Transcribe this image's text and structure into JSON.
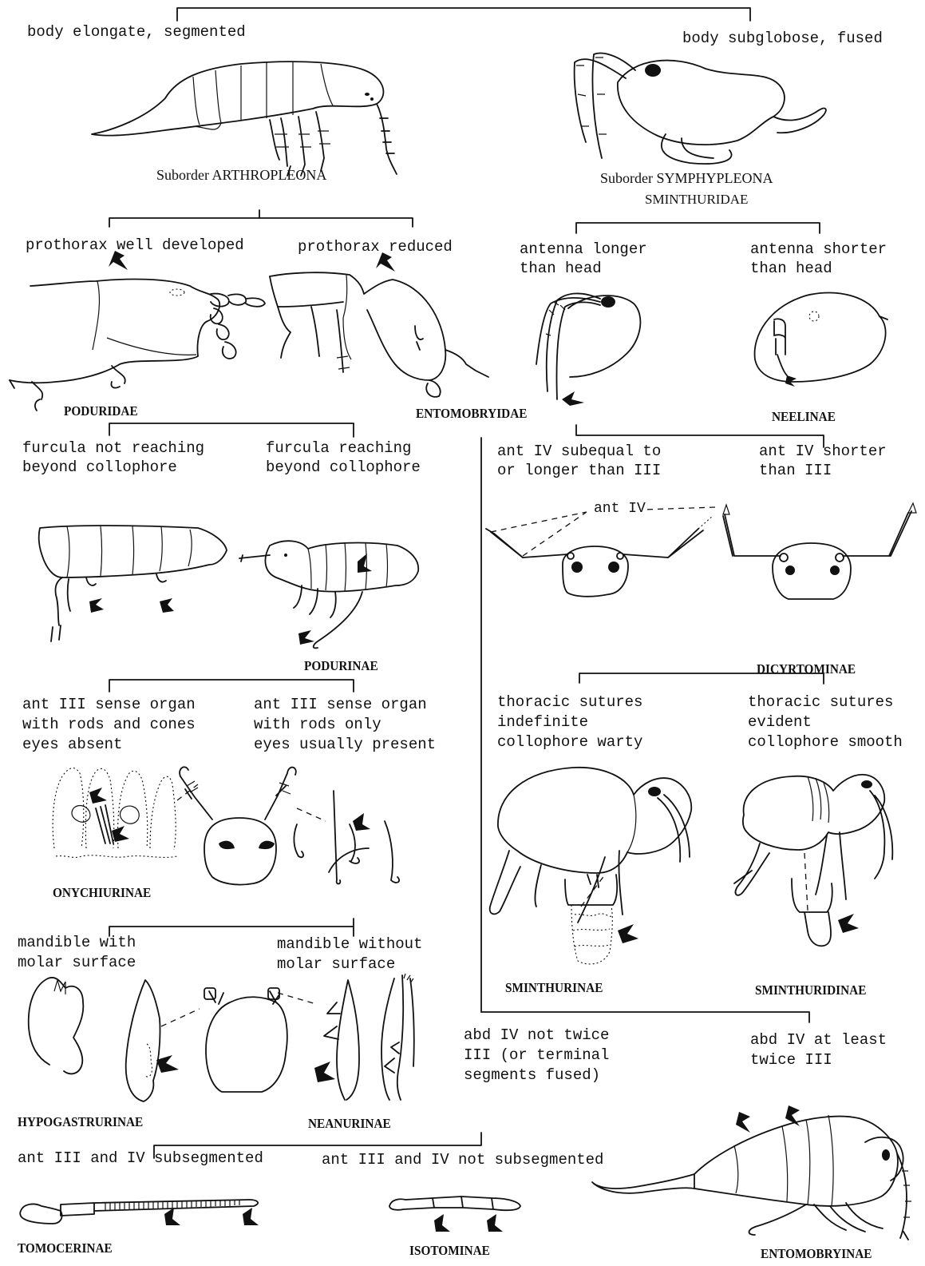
{
  "root": {
    "left": "body elongate, segmented",
    "right": "body subglobose, fused"
  },
  "suborders": {
    "arthropleona": "Suborder ARTHROPLEONA",
    "symphypleona": "Suborder SYMPHYPLEONA",
    "sminthuridae": "SMINTHURIDAE"
  },
  "arthropleona_split": {
    "left": "prothorax well developed",
    "right": "prothorax reduced"
  },
  "symphypleona_split": {
    "left": [
      "antenna longer",
      "than head"
    ],
    "right": [
      "antenna shorter",
      "than head"
    ]
  },
  "families": {
    "poduridae": "PODURIDAE",
    "entomobryidae": "ENTOMOBRYIDAE",
    "neelinae": "NEELINAE"
  },
  "furcula_split": {
    "left": [
      "furcula not reaching",
      "beyond collophore"
    ],
    "right": [
      "furcula reaching",
      "beyond collophore"
    ]
  },
  "ant4_split": {
    "left": [
      "ant IV subequal to",
      "or longer than III"
    ],
    "right": [
      "ant IV shorter",
      "than III"
    ]
  },
  "ant_iv_label": "ant IV",
  "subfamilies": {
    "podurinae": "PODURINAE",
    "dicyrtominae": "DICYRTOMINAE",
    "onychiurinae": "ONYCHIURINAE",
    "sminthurinae": "SMINTHURINAE",
    "sminthuridinae": "SMINTHURIDINAE",
    "hypogastrurinae": "HYPOGASTRURINAE",
    "neanurinae": "NEANURINAE",
    "tomocerinae": "TOMOCERINAE",
    "isotominae": "ISOTOMINAE",
    "entomobryinae": "ENTOMOBRYINAE"
  },
  "sense_organ_split": {
    "left": [
      "ant III sense organ",
      "with rods and cones",
      "eyes absent"
    ],
    "right": [
      "ant III sense organ",
      "with rods only",
      "eyes usually present"
    ]
  },
  "thoracic_split": {
    "left": [
      "thoracic sutures",
      "indefinite",
      "collophore warty"
    ],
    "right": [
      "thoracic sutures",
      "evident",
      "collophore smooth"
    ]
  },
  "mandible_split": {
    "left": [
      "mandible with",
      "molar surface"
    ],
    "right": [
      "mandible without",
      "molar surface"
    ]
  },
  "abd_split": {
    "left": [
      "abd IV not twice",
      "III (or terminal",
      "segments fused)"
    ],
    "right": [
      "abd IV at least",
      "twice III"
    ]
  },
  "ant_subseg_split": {
    "left": "ant III and IV subsegmented",
    "right": "ant III and IV not subsegmented"
  }
}
